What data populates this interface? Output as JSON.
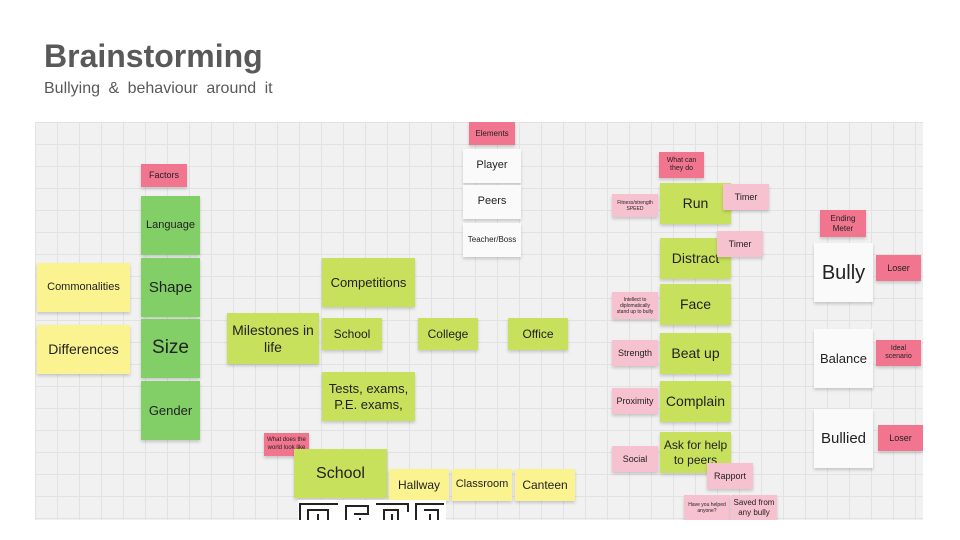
{
  "header": {
    "title": "Brainstorming",
    "subtitle": "Bullying & behaviour around it"
  },
  "colors": {
    "pink": "#f2758f",
    "light_pink": "#f7c2d0",
    "light_green": "#c7e15c",
    "green": "#81cf66",
    "yellow": "#fbf38f",
    "white": "#fafafa",
    "board": "#f1f1f1"
  },
  "notes": {
    "elements": "Elements",
    "player": "Player",
    "peers": "Peers",
    "teacher_boss": "Teacher/Boss",
    "factors": "Factors",
    "language": "Language",
    "shape": "Shape",
    "size": "Size",
    "gender": "Gender",
    "commonalities": "Commonalities",
    "differences": "Differences",
    "milestones": "Milestones in life",
    "competitions": "Competitions",
    "school_small": "School",
    "college": "College",
    "office": "Office",
    "tests": "Tests, exams, P.E. exams,",
    "world_look": "What does the world look like",
    "school_big": "School",
    "hallway": "Hallway",
    "classroom": "Classroom",
    "canteen": "Canteen",
    "what_can": "What can they do",
    "fitness": "Fitness/strength SPEED",
    "intellect": "Intellect to diplomatically stand up to bully",
    "strength": "Strength",
    "proximity": "Proximity",
    "social": "Social",
    "run": "Run",
    "distract": "Distract",
    "face": "Face",
    "beat_up": "Beat up",
    "complain": "Complain",
    "ask_help": "Ask for help to peers",
    "timer1": "Timer",
    "timer2": "Timer",
    "rapport": "Rapport",
    "have_helped": "Have you helped anyone?",
    "saved_from": "Saved from any bully",
    "ending_meter": "Ending Meter",
    "bully": "Bully",
    "balance": "Balance",
    "bullied": "Bullied",
    "loser1": "Loser",
    "ideal": "Ideal scenario",
    "loser2": "Loser"
  }
}
